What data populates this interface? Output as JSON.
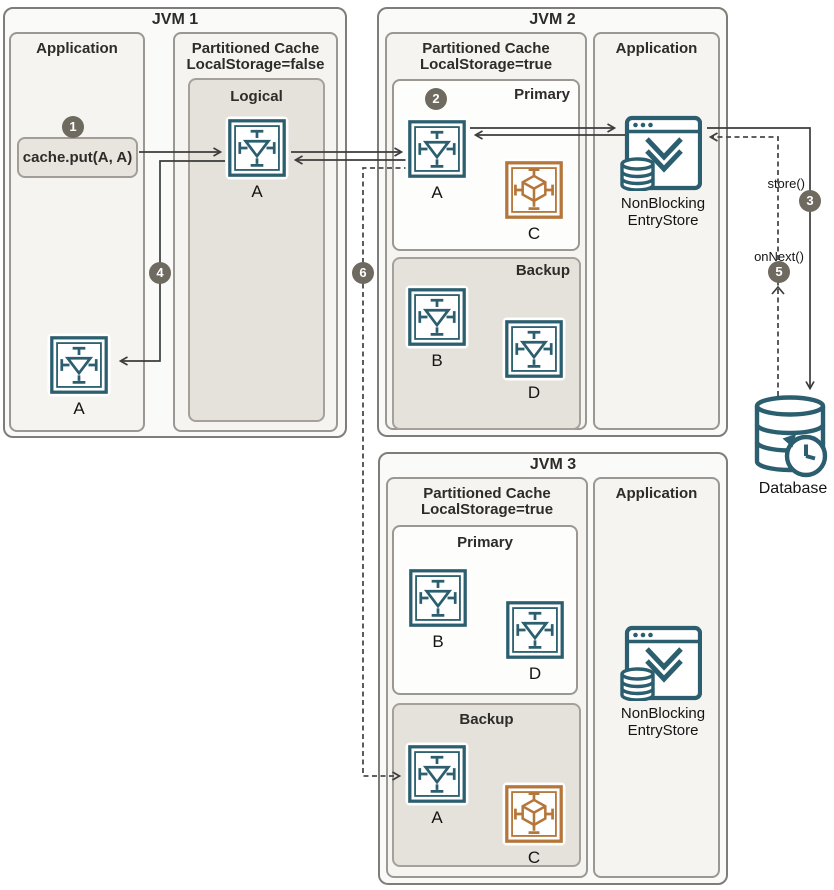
{
  "colors": {
    "teal": "#2b5e6e",
    "orange": "#b5763a",
    "badge_bg": "#6f6a60",
    "line": "#3c3c3c",
    "box_dark": "#e5e2db",
    "box_light": "#f5f4f1"
  },
  "jvm1": {
    "title": "JVM 1",
    "application": {
      "title": "Application",
      "method_call": "cache.put(A, A)",
      "cache_label": "A"
    },
    "cache": {
      "title_line1": "Partitioned Cache",
      "title_line2": "LocalStorage=false",
      "logical": {
        "title": "Logical",
        "cache_label": "A"
      }
    }
  },
  "jvm2": {
    "title": "JVM 2",
    "cache": {
      "title_line1": "Partitioned Cache",
      "title_line2": "LocalStorage=true",
      "primary": {
        "title": "Primary",
        "partitions": [
          "A",
          "C"
        ]
      },
      "backup": {
        "title": "Backup",
        "partitions": [
          "B",
          "D"
        ]
      }
    },
    "application": {
      "title": "Application",
      "store_line1": "NonBlocking",
      "store_line2": "EntryStore"
    }
  },
  "jvm3": {
    "title": "JVM 3",
    "cache": {
      "title_line1": "Partitioned Cache",
      "title_line2": "LocalStorage=true",
      "primary": {
        "title": "Primary",
        "partitions": [
          "B",
          "D"
        ]
      },
      "backup": {
        "title": "Backup",
        "partitions": [
          "A",
          "C"
        ]
      }
    },
    "application": {
      "title": "Application",
      "store_line1": "NonBlocking",
      "store_line2": "EntryStore"
    }
  },
  "database": {
    "label": "Database"
  },
  "flow_labels": {
    "store": "store()",
    "on_next": "onNext()"
  },
  "steps": {
    "s1": "1",
    "s2": "2",
    "s3": "3",
    "s4": "4",
    "s5": "5",
    "s6": "6"
  }
}
